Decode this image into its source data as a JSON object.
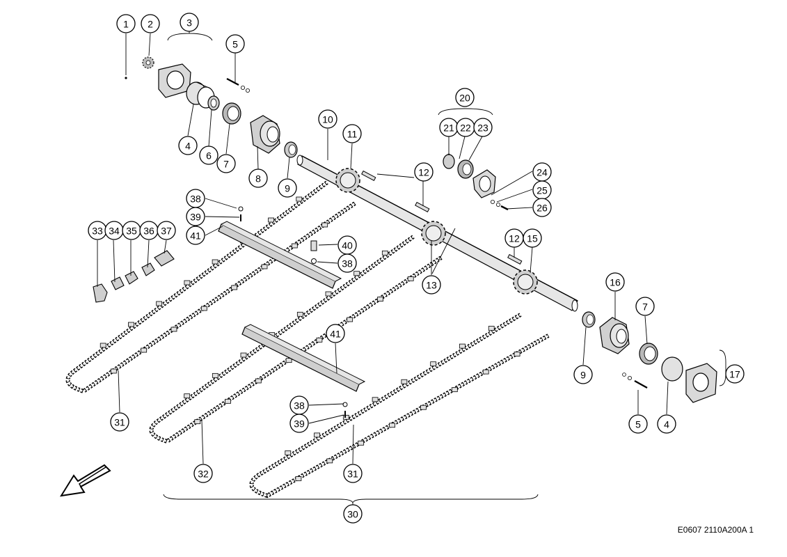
{
  "drawing_code": "E0607 2110A200A 1",
  "colors": {
    "line": "#000000",
    "part_fill": "#d9d9d9",
    "part_shade": "#9a9a9a",
    "background": "#ffffff"
  },
  "callouts": [
    {
      "id": "c1",
      "label": "1"
    },
    {
      "id": "c2",
      "label": "2"
    },
    {
      "id": "c3",
      "label": "3"
    },
    {
      "id": "c5a",
      "label": "5"
    },
    {
      "id": "c4a",
      "label": "4"
    },
    {
      "id": "c6",
      "label": "6"
    },
    {
      "id": "c7a",
      "label": "7"
    },
    {
      "id": "c8",
      "label": "8"
    },
    {
      "id": "c9a",
      "label": "9"
    },
    {
      "id": "c10",
      "label": "10"
    },
    {
      "id": "c11",
      "label": "11"
    },
    {
      "id": "c12a",
      "label": "12"
    },
    {
      "id": "c20",
      "label": "20"
    },
    {
      "id": "c21",
      "label": "21"
    },
    {
      "id": "c22",
      "label": "22"
    },
    {
      "id": "c23",
      "label": "23"
    },
    {
      "id": "c24",
      "label": "24"
    },
    {
      "id": "c25",
      "label": "25"
    },
    {
      "id": "c26",
      "label": "26"
    },
    {
      "id": "c38a",
      "label": "38"
    },
    {
      "id": "c39a",
      "label": "39"
    },
    {
      "id": "c41a",
      "label": "41"
    },
    {
      "id": "c33",
      "label": "33"
    },
    {
      "id": "c34",
      "label": "34"
    },
    {
      "id": "c35",
      "label": "35"
    },
    {
      "id": "c36",
      "label": "36"
    },
    {
      "id": "c37",
      "label": "37"
    },
    {
      "id": "c40",
      "label": "40"
    },
    {
      "id": "c38b",
      "label": "38"
    },
    {
      "id": "c13",
      "label": "13"
    },
    {
      "id": "c12b",
      "label": "12"
    },
    {
      "id": "c15",
      "label": "15"
    },
    {
      "id": "c16",
      "label": "16"
    },
    {
      "id": "c7b",
      "label": "7"
    },
    {
      "id": "c9b",
      "label": "9"
    },
    {
      "id": "c17",
      "label": "17"
    },
    {
      "id": "c41b",
      "label": "41"
    },
    {
      "id": "c38c",
      "label": "38"
    },
    {
      "id": "c39b",
      "label": "39"
    },
    {
      "id": "c5b",
      "label": "5"
    },
    {
      "id": "c4b",
      "label": "4"
    },
    {
      "id": "c31a",
      "label": "31"
    },
    {
      "id": "c32",
      "label": "32"
    },
    {
      "id": "c31b",
      "label": "31"
    },
    {
      "id": "c30",
      "label": "30"
    }
  ]
}
